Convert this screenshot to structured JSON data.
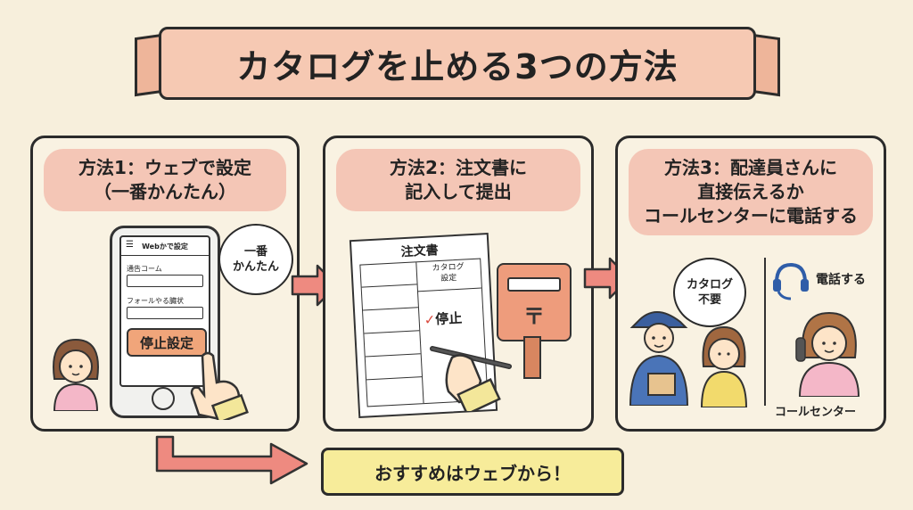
{
  "title": "カタログを止める3つの方法",
  "method1": {
    "heading_line1": "方法1：ウェブで設定",
    "heading_line2": "（一番かんたん）",
    "screen_header": "Webかで設定",
    "field1_label": "通告コーム",
    "field2_label": "フォールやる臓状",
    "stop_button": "停止設定",
    "bubble_line1": "一番",
    "bubble_line2": "かんたん"
  },
  "method2": {
    "heading_line1": "方法2：注文書に",
    "heading_line2": "記入して提出",
    "form_title": "注文書",
    "column_line1": "カタログ",
    "column_line2": "設定",
    "check_mark": "✓",
    "stop_text": "停止"
  },
  "method3": {
    "heading_line1": "方法3：配達員さんに",
    "heading_line2": "直接伝えるか",
    "heading_line3": "コールセンターに電話する",
    "bubble_line1": "カタログ",
    "bubble_line2": "不要",
    "phone_label": "電話する",
    "call_center_label": "コールセンター"
  },
  "recommend": "おすすめはウェブから！",
  "colors": {
    "background": "#f7efdc",
    "title_bg": "#f6c9b3",
    "heading_bg": "#f4c6b6",
    "arrow": "#ee8a80",
    "recommend_bg": "#f7ec9a"
  }
}
